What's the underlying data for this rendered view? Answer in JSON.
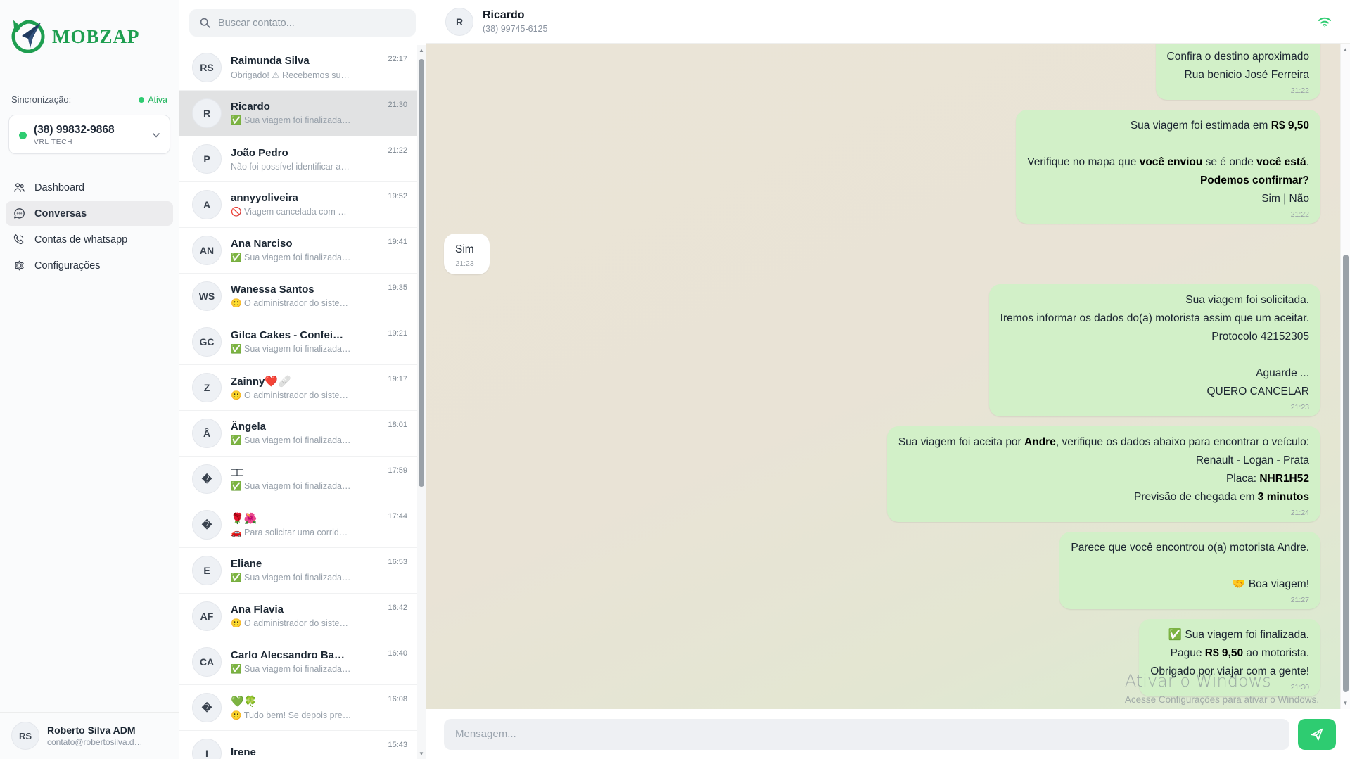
{
  "app": {
    "brand": "MOBZAP"
  },
  "colors": {
    "accent_green": "#1e9e50",
    "bubble_green": "#d2f0c8",
    "send_green": "#2ecc71",
    "status_green": "#22b55e"
  },
  "sidebar": {
    "sync_label": "Sincronização:",
    "sync_status": "Ativa",
    "account": {
      "phone": "(38) 99832-9868",
      "name": "VRL TECH"
    },
    "nav": [
      {
        "label": "Dashboard",
        "icon": "users-icon",
        "active": false
      },
      {
        "label": "Conversas",
        "icon": "chat-icon",
        "active": true
      },
      {
        "label": "Contas de whatsapp",
        "icon": "phone-icon",
        "active": false
      },
      {
        "label": "Configurações",
        "icon": "gear-icon",
        "active": false
      }
    ],
    "profile": {
      "initials": "RS",
      "name": "Roberto Silva ADM",
      "email": "contato@robertosilva.d…"
    }
  },
  "contacts": {
    "search_placeholder": "Buscar contato...",
    "items": [
      {
        "initials": "RS",
        "name": "Raimunda Silva",
        "preview": "Obrigado! ⚠ Recebemos su…",
        "time": "22:17",
        "selected": false
      },
      {
        "initials": "R",
        "name": "Ricardo",
        "preview": "✅ Sua viagem foi finalizada…",
        "time": "21:30",
        "selected": true
      },
      {
        "initials": "P",
        "name": "João Pedro",
        "preview": "Não foi possível identificar a…",
        "time": "21:22",
        "selected": false
      },
      {
        "initials": "A",
        "name": "annyyoliveira",
        "preview": "🚫 Viagem cancelada com …",
        "time": "19:52",
        "selected": false
      },
      {
        "initials": "AN",
        "name": "Ana Narciso",
        "preview": "✅ Sua viagem foi finalizada…",
        "time": "19:41",
        "selected": false
      },
      {
        "initials": "WS",
        "name": "Wanessa Santos",
        "preview": "🙂 O administrador do siste…",
        "time": "19:35",
        "selected": false
      },
      {
        "initials": "GC",
        "name": "Gilca Cakes - Confei…",
        "preview": "✅ Sua viagem foi finalizada…",
        "time": "19:21",
        "selected": false
      },
      {
        "initials": "Z",
        "name": "Zainny❤️🩹",
        "preview": "🙂 O administrador do siste…",
        "time": "19:17",
        "selected": false
      },
      {
        "initials": "Â",
        "name": "Ângela",
        "preview": "✅ Sua viagem foi finalizada…",
        "time": "18:01",
        "selected": false
      },
      {
        "initials": "�",
        "name": "□□",
        "preview": "✅ Sua viagem foi finalizada…",
        "time": "17:59",
        "selected": false
      },
      {
        "initials": "�",
        "name": "🌹🌺",
        "preview": "🚗 Para solicitar uma corrid…",
        "time": "17:44",
        "selected": false
      },
      {
        "initials": "E",
        "name": "Eliane",
        "preview": "✅ Sua viagem foi finalizada…",
        "time": "16:53",
        "selected": false
      },
      {
        "initials": "AF",
        "name": "Ana Flavia",
        "preview": "🙂 O administrador do siste…",
        "time": "16:42",
        "selected": false
      },
      {
        "initials": "CA",
        "name": "Carlo Alecsandro Ba…",
        "preview": "✅ Sua viagem foi finalizada…",
        "time": "16:40",
        "selected": false
      },
      {
        "initials": "�",
        "name": "💚🍀",
        "preview": "🙂 Tudo bem! Se depois pre…",
        "time": "16:08",
        "selected": false
      },
      {
        "initials": "I",
        "name": "Irene",
        "preview": "",
        "time": "15:43",
        "selected": false
      }
    ]
  },
  "chat": {
    "header": {
      "initials": "R",
      "name": "Ricardo",
      "phone": "(38) 99745-6125"
    },
    "messages": [
      {
        "side": "right",
        "style": "green cut-top",
        "time": "21:22",
        "lines": [
          "Confira o destino aproximado",
          "Rua benicio José Ferreira"
        ]
      },
      {
        "side": "right",
        "style": "green",
        "time": "21:22",
        "lines": [
          "Sua viagem foi estimada em **R$ 9,50**",
          "",
          "Verifique no mapa que **você enviou** se é onde **você está**.",
          "**Podemos confirmar?**",
          "Sim | Não"
        ]
      },
      {
        "side": "left",
        "style": "white",
        "time": "21:23",
        "lines": [
          "Sim"
        ]
      },
      {
        "side": "right",
        "style": "green",
        "time": "21:23",
        "lines": [
          "Sua viagem foi solicitada.",
          "Iremos informar os dados do(a) motorista assim que um aceitar.",
          "Protocolo 42152305",
          "",
          "Aguarde ...",
          "QUERO CANCELAR"
        ]
      },
      {
        "side": "right",
        "style": "green",
        "time": "21:24",
        "lines": [
          "Sua viagem foi aceita por **Andre**, verifique os dados abaixo para encontrar o veículo:",
          "Renault - Logan - Prata",
          "Placa: **NHR1H52**",
          "Previsão de chegada em **3 minutos**"
        ]
      },
      {
        "side": "right",
        "style": "green",
        "time": "21:27",
        "lines": [
          "Parece que você encontrou o(a) motorista Andre.",
          "",
          "🤝 Boa viagem!"
        ]
      },
      {
        "side": "right",
        "style": "green",
        "time": "21:30",
        "lines": [
          "✅ Sua viagem foi finalizada.",
          "Pague **R$ 9,50** ao motorista.",
          "Obrigado por viajar com a gente!"
        ]
      }
    ],
    "input_placeholder": "Mensagem..."
  },
  "watermark": {
    "line1": "Ativar o Windows",
    "line2": "Acesse Configurações para ativar o Windows."
  }
}
